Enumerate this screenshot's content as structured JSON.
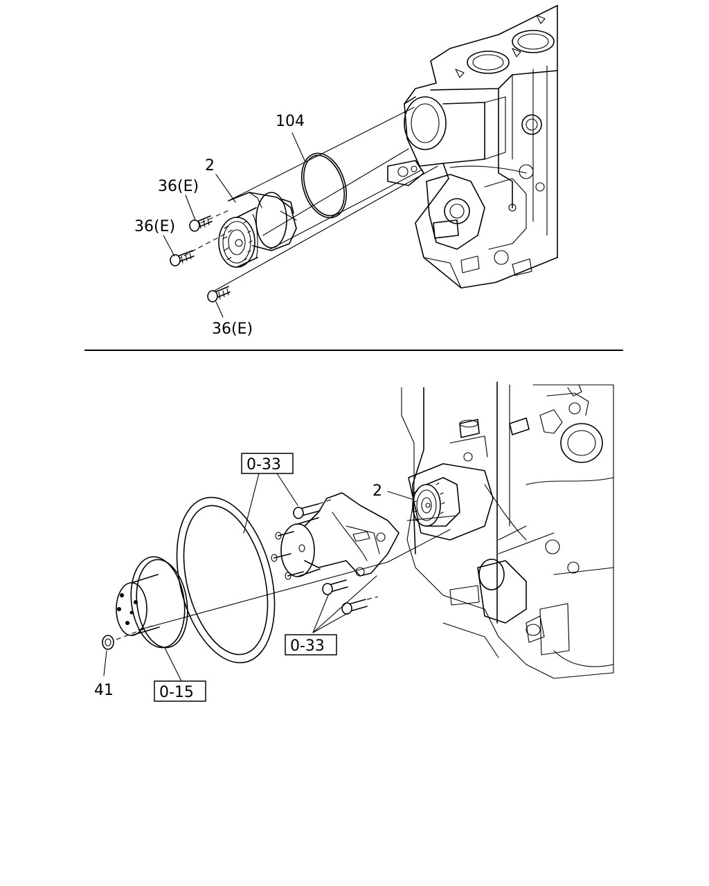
{
  "top_section": {
    "callouts": {
      "gasket": "104",
      "water_pump": "2",
      "bolt_upper": "36(E)",
      "bolt_middle": "36(E)",
      "bolt_lower": "36(E)"
    }
  },
  "bottom_section": {
    "callouts": {
      "water_pump": "2",
      "nut": "41"
    },
    "reference_boxes": {
      "bracket_upper": "0-33",
      "bracket_lower": "0-33",
      "pulley": "0-15"
    }
  }
}
